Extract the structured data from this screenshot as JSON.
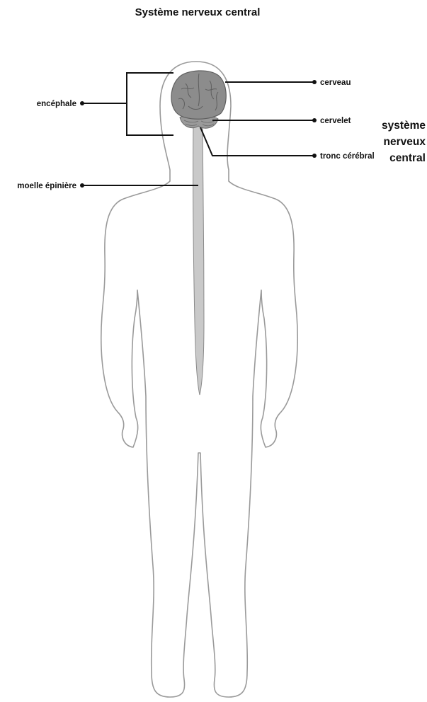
{
  "title": "Système nerveux central",
  "labels": {
    "encephale": "encéphale",
    "moelle": "moelle épinière",
    "cerveau": "cerveau",
    "cervelet": "cervelet",
    "tronc": "tronc cérébral"
  },
  "system_label": [
    "système",
    "nerveux",
    "central"
  ],
  "colors": {
    "body_outline": "#9a9a9a",
    "brain": "#8c8c8c",
    "spinal_cord": "#c9c9c9",
    "leader_lines": "#111111"
  }
}
